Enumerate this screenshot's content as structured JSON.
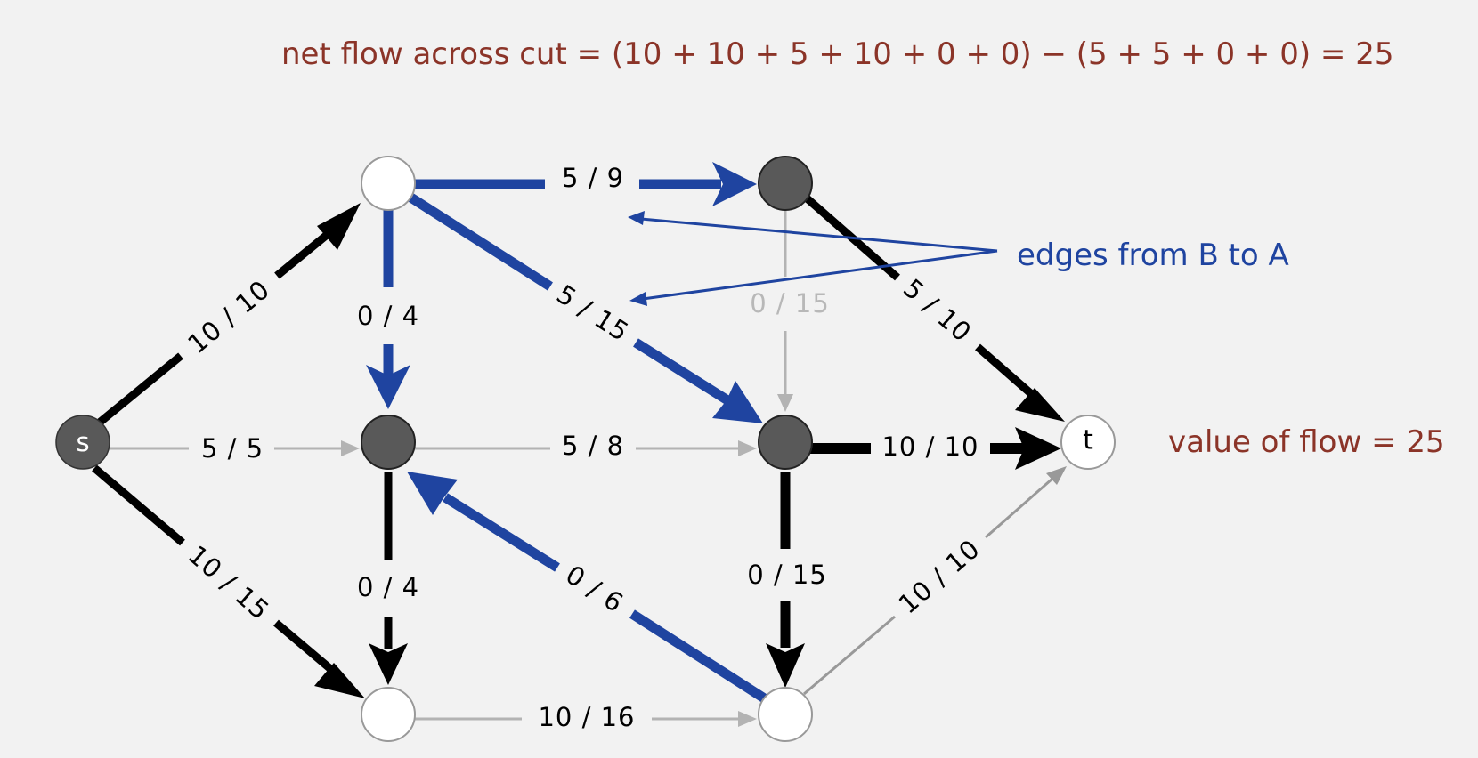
{
  "header": {
    "formula": "net flow across cut  =  (10 + 10  + 5 + 10 + 0 + 0) − (5 + 5 + 0 + 0)  =  25"
  },
  "annotations": {
    "edges_from_b_to_a": "edges from B to A",
    "value_of_flow": "value of flow  =  25"
  },
  "colors": {
    "background": "#f2f2f2",
    "black_edge": "#000000",
    "blue_edge": "#1f44a0",
    "gray_edge": "#b3b3b3",
    "gray_label": "#b8b8b8",
    "dark_node": "#595959",
    "white_node": "#ffffff",
    "caption": "#8b3428"
  },
  "nodes": {
    "s": {
      "label": "s",
      "side": "A"
    },
    "t": {
      "label": "t",
      "side": "B"
    },
    "v1": {
      "label": "",
      "side": "B"
    },
    "v2": {
      "label": "",
      "side": "A"
    },
    "v3": {
      "label": "",
      "side": "B"
    },
    "v4": {
      "label": "",
      "side": "A"
    },
    "v5": {
      "label": "",
      "side": "A"
    },
    "v6": {
      "label": "",
      "side": "B"
    }
  },
  "edges": [
    {
      "from": "s",
      "to": "v1",
      "flow": 10,
      "capacity": 10,
      "label": "10 / 10",
      "style": "black"
    },
    {
      "from": "s",
      "to": "v4",
      "flow": 5,
      "capacity": 5,
      "label": "5 / 5",
      "style": "gray"
    },
    {
      "from": "s",
      "to": "v3",
      "flow": 10,
      "capacity": 15,
      "label": "10 / 15",
      "style": "black"
    },
    {
      "from": "v1",
      "to": "v2",
      "flow": 5,
      "capacity": 9,
      "label": "5 / 9",
      "style": "blue"
    },
    {
      "from": "v1",
      "to": "v4",
      "flow": 0,
      "capacity": 4,
      "label": "0 / 4",
      "style": "blue"
    },
    {
      "from": "v1",
      "to": "v5",
      "flow": 5,
      "capacity": 15,
      "label": "5 / 15",
      "style": "blue"
    },
    {
      "from": "v2",
      "to": "v5",
      "flow": 0,
      "capacity": 15,
      "label": "0 / 15",
      "style": "light"
    },
    {
      "from": "v2",
      "to": "t",
      "flow": 5,
      "capacity": 10,
      "label": "5 / 10",
      "style": "black"
    },
    {
      "from": "v4",
      "to": "v5",
      "flow": 5,
      "capacity": 8,
      "label": "5 / 8",
      "style": "gray"
    },
    {
      "from": "v4",
      "to": "v3",
      "flow": 0,
      "capacity": 4,
      "label": "0 / 4",
      "style": "black"
    },
    {
      "from": "v5",
      "to": "t",
      "flow": 10,
      "capacity": 10,
      "label": "10 / 10",
      "style": "black"
    },
    {
      "from": "v5",
      "to": "v6",
      "flow": 0,
      "capacity": 15,
      "label": "0 / 15",
      "style": "black"
    },
    {
      "from": "v6",
      "to": "v4",
      "flow": 0,
      "capacity": 6,
      "label": "0 / 6",
      "style": "blue"
    },
    {
      "from": "v3",
      "to": "v6",
      "flow": 10,
      "capacity": 16,
      "label": "10 / 16",
      "style": "gray"
    },
    {
      "from": "v6",
      "to": "t",
      "flow": 10,
      "capacity": 10,
      "label": "10 / 10",
      "style": "gray"
    }
  ]
}
